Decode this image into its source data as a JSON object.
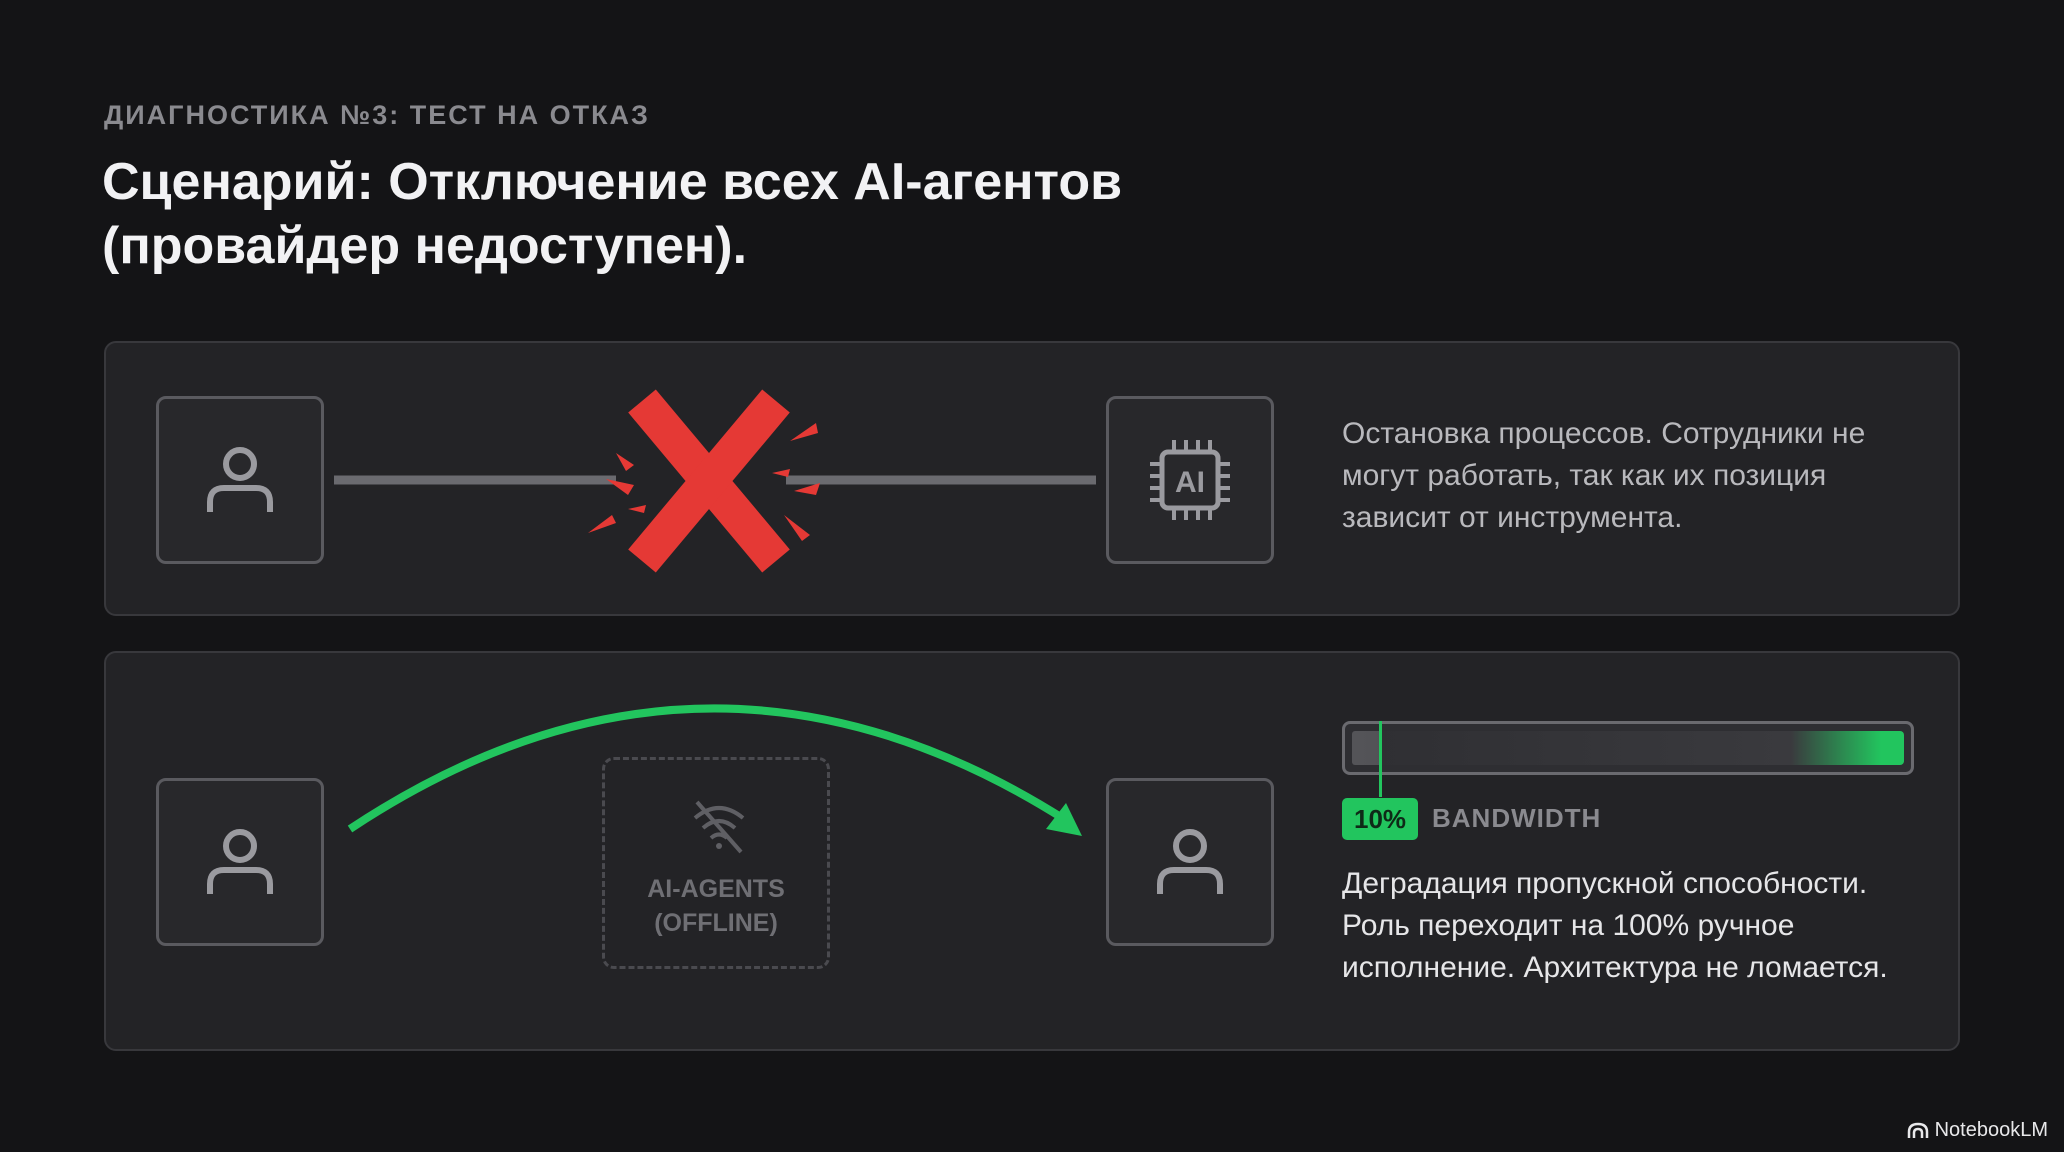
{
  "header": {
    "eyebrow": "ДИАГНОСТИКА №3: ТЕСТ НА ОТКАЗ",
    "title": "Сценарий: Отключение всех AI-агентов (провайдер недоступен)."
  },
  "scenario_failure": {
    "nodes": [
      {
        "icon": "user-icon"
      },
      {
        "icon": "ai-chip-icon",
        "chip_label": "AI"
      }
    ],
    "break_icon": "red-x-icon",
    "description": "Остановка процессов. Сотрудники не могут работать, так как их позиция зависит от инструмента."
  },
  "scenario_fallback": {
    "nodes": [
      {
        "icon": "user-icon"
      },
      {
        "icon": "user-icon"
      }
    ],
    "offline_box": {
      "icon": "wifi-off-icon",
      "label": "AI-AGENTS\n(OFFLINE)"
    },
    "bandwidth": {
      "value_percent": 10,
      "badge": "10%",
      "label": "BANDWIDTH"
    },
    "description": "Деградация пропускной способности. Роль переходит на 100% ручное исполнение. Архитектура не ломается."
  },
  "colors": {
    "background": "#141416",
    "panel": "#232326",
    "accent_green": "#22c55e",
    "accent_red": "#e53935"
  },
  "branding": {
    "text": "NotebookLM",
    "icon": "notebooklm-icon"
  }
}
